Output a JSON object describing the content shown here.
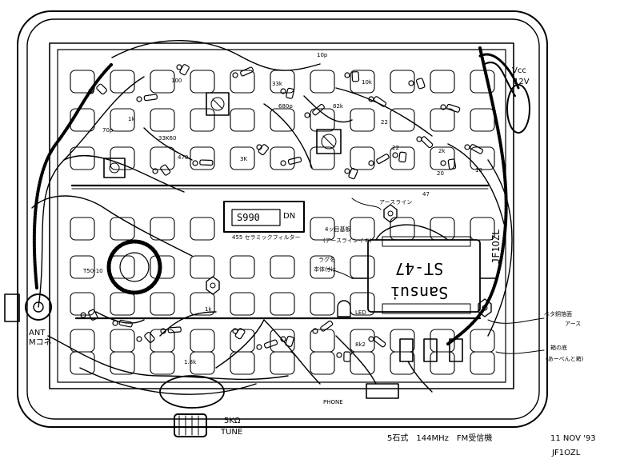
{
  "labels": {
    "vcc": "Vcc",
    "vcc_volt": "12V",
    "ant": "ANT",
    "ant_jack": "Mコネ",
    "tune_knob": "5KΩ",
    "tune": "TUNE",
    "phone": "PHONE",
    "led": "LED",
    "callsign_side": "JF1OZL",
    "filter_part": "S990",
    "filter_mark": "DN",
    "filter_desc": "455 セラミックフィルター",
    "board_desc": "4ッ目基板",
    "board_desc2": "(アースラインイキ)",
    "earthline": "アースライン",
    "tab_note": "ラグを",
    "tab_note2": "本体付け",
    "brand": "Sansui",
    "model": "ST-47",
    "copper_board": "ベタ銅箔面",
    "copper_board2": "アース",
    "box_bottom": "箱の底",
    "box_bottom2": "(あーべんと箱)",
    "title": "5石式　144MHz　FM受信機",
    "date": "11 NOV '93",
    "author": "JF1OZL"
  },
  "components": {
    "c_10p": "10p",
    "c_70p": "70p",
    "c_100": "100",
    "c_10k": "10k",
    "c_33k": "33k",
    "c_33k560": "33K60",
    "c_470": "470",
    "c_3k": "3K",
    "c_10": "10",
    "c_22": "22",
    "c_20": "20",
    "c_1k": "1k",
    "c_680p": "680p",
    "c_82k": "82k",
    "c_2k": "2k",
    "c_18k": "1.8k",
    "c_t50": "T50-10",
    "c_8k2": "8k2",
    "c_22b": "22",
    "c_1k8": "1k",
    "c_p47": "47"
  }
}
